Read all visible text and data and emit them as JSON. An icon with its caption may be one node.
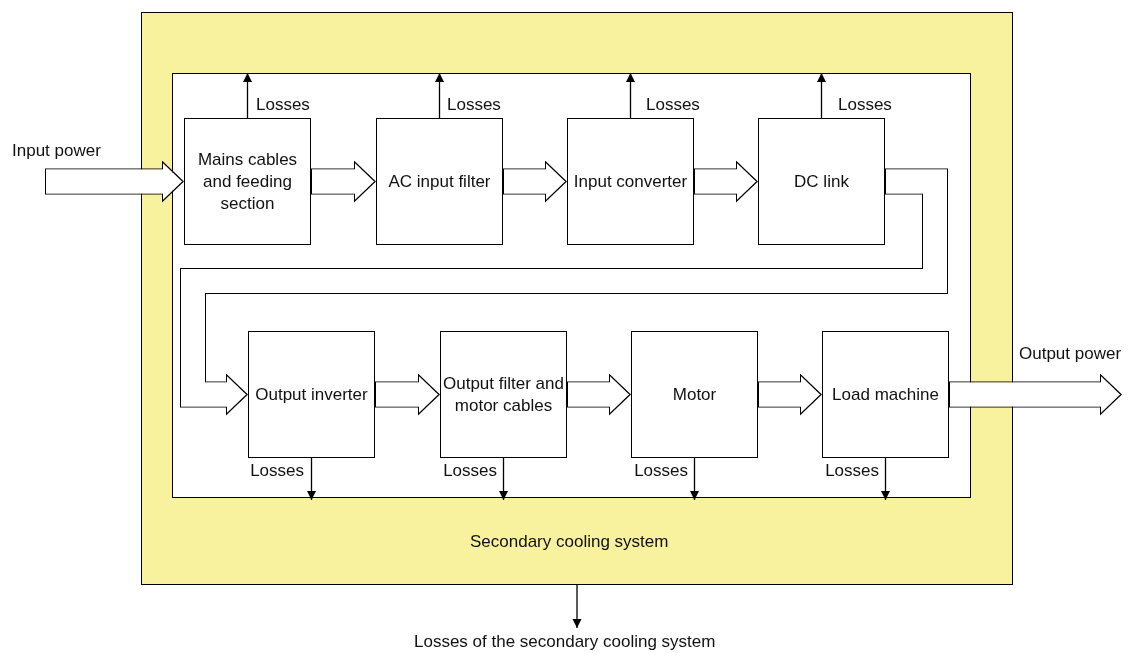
{
  "diagram": {
    "nodes": [
      {
        "text": [
          "Secondary cooling system"
        ]
      },
      {
        "text": [],
        "shape": "box",
        "in": 0
      },
      {
        "text": [
          "Mains cables and feeding section"
        ],
        "in": 1
      },
      {
        "text": [
          "AC input filter"
        ],
        "in": 1
      },
      {
        "text": [
          "Input converter"
        ],
        "in": 1
      },
      {
        "text": [
          "DC link"
        ],
        "in": 1
      },
      {
        "text": [
          "Output inverter"
        ],
        "in": 1
      },
      {
        "text": [
          "Output filter and motor cables"
        ],
        "in": 1
      },
      {
        "text": [
          "Motor"
        ],
        "in": 1
      },
      {
        "text": [
          "Load machine"
        ],
        "in": 1
      }
    ],
    "edges": [
      {
        "from": null,
        "to": 2,
        "arrow": "to",
        "label": "Input power",
        "style": "thick"
      },
      {
        "from": 2,
        "to": 3,
        "arrow": "to",
        "style": "thick"
      },
      {
        "from": 3,
        "to": 4,
        "arrow": "to",
        "style": "thick"
      },
      {
        "from": 4,
        "to": 5,
        "arrow": "to",
        "style": "thick"
      },
      {
        "from": 5,
        "to": 6,
        "arrow": "to",
        "style": "thick"
      },
      {
        "from": 6,
        "to": 7,
        "arrow": "to",
        "style": "thick"
      },
      {
        "from": 7,
        "to": 8,
        "arrow": "to",
        "style": "thick"
      },
      {
        "from": 8,
        "to": 9,
        "arrow": "to",
        "style": "thick"
      },
      {
        "from": 9,
        "to": null,
        "arrow": "to",
        "label": "Output power",
        "style": "thick"
      },
      {
        "from": 2,
        "to": null,
        "arrow": "to",
        "label": "Losses"
      },
      {
        "from": 3,
        "to": null,
        "arrow": "to",
        "label": "Losses"
      },
      {
        "from": 4,
        "to": null,
        "arrow": "to",
        "label": "Losses"
      },
      {
        "from": 5,
        "to": null,
        "arrow": "to",
        "label": "Losses"
      },
      {
        "from": 6,
        "to": null,
        "arrow": "to",
        "label": "Losses"
      },
      {
        "from": 7,
        "to": null,
        "arrow": "to",
        "label": "Losses"
      },
      {
        "from": 8,
        "to": null,
        "arrow": "to",
        "label": "Losses"
      },
      {
        "from": 9,
        "to": null,
        "arrow": "to",
        "label": "Losses"
      },
      {
        "from": 0,
        "to": null,
        "arrow": "to",
        "label": "Losses of the secondary cooling system"
      }
    ]
  }
}
